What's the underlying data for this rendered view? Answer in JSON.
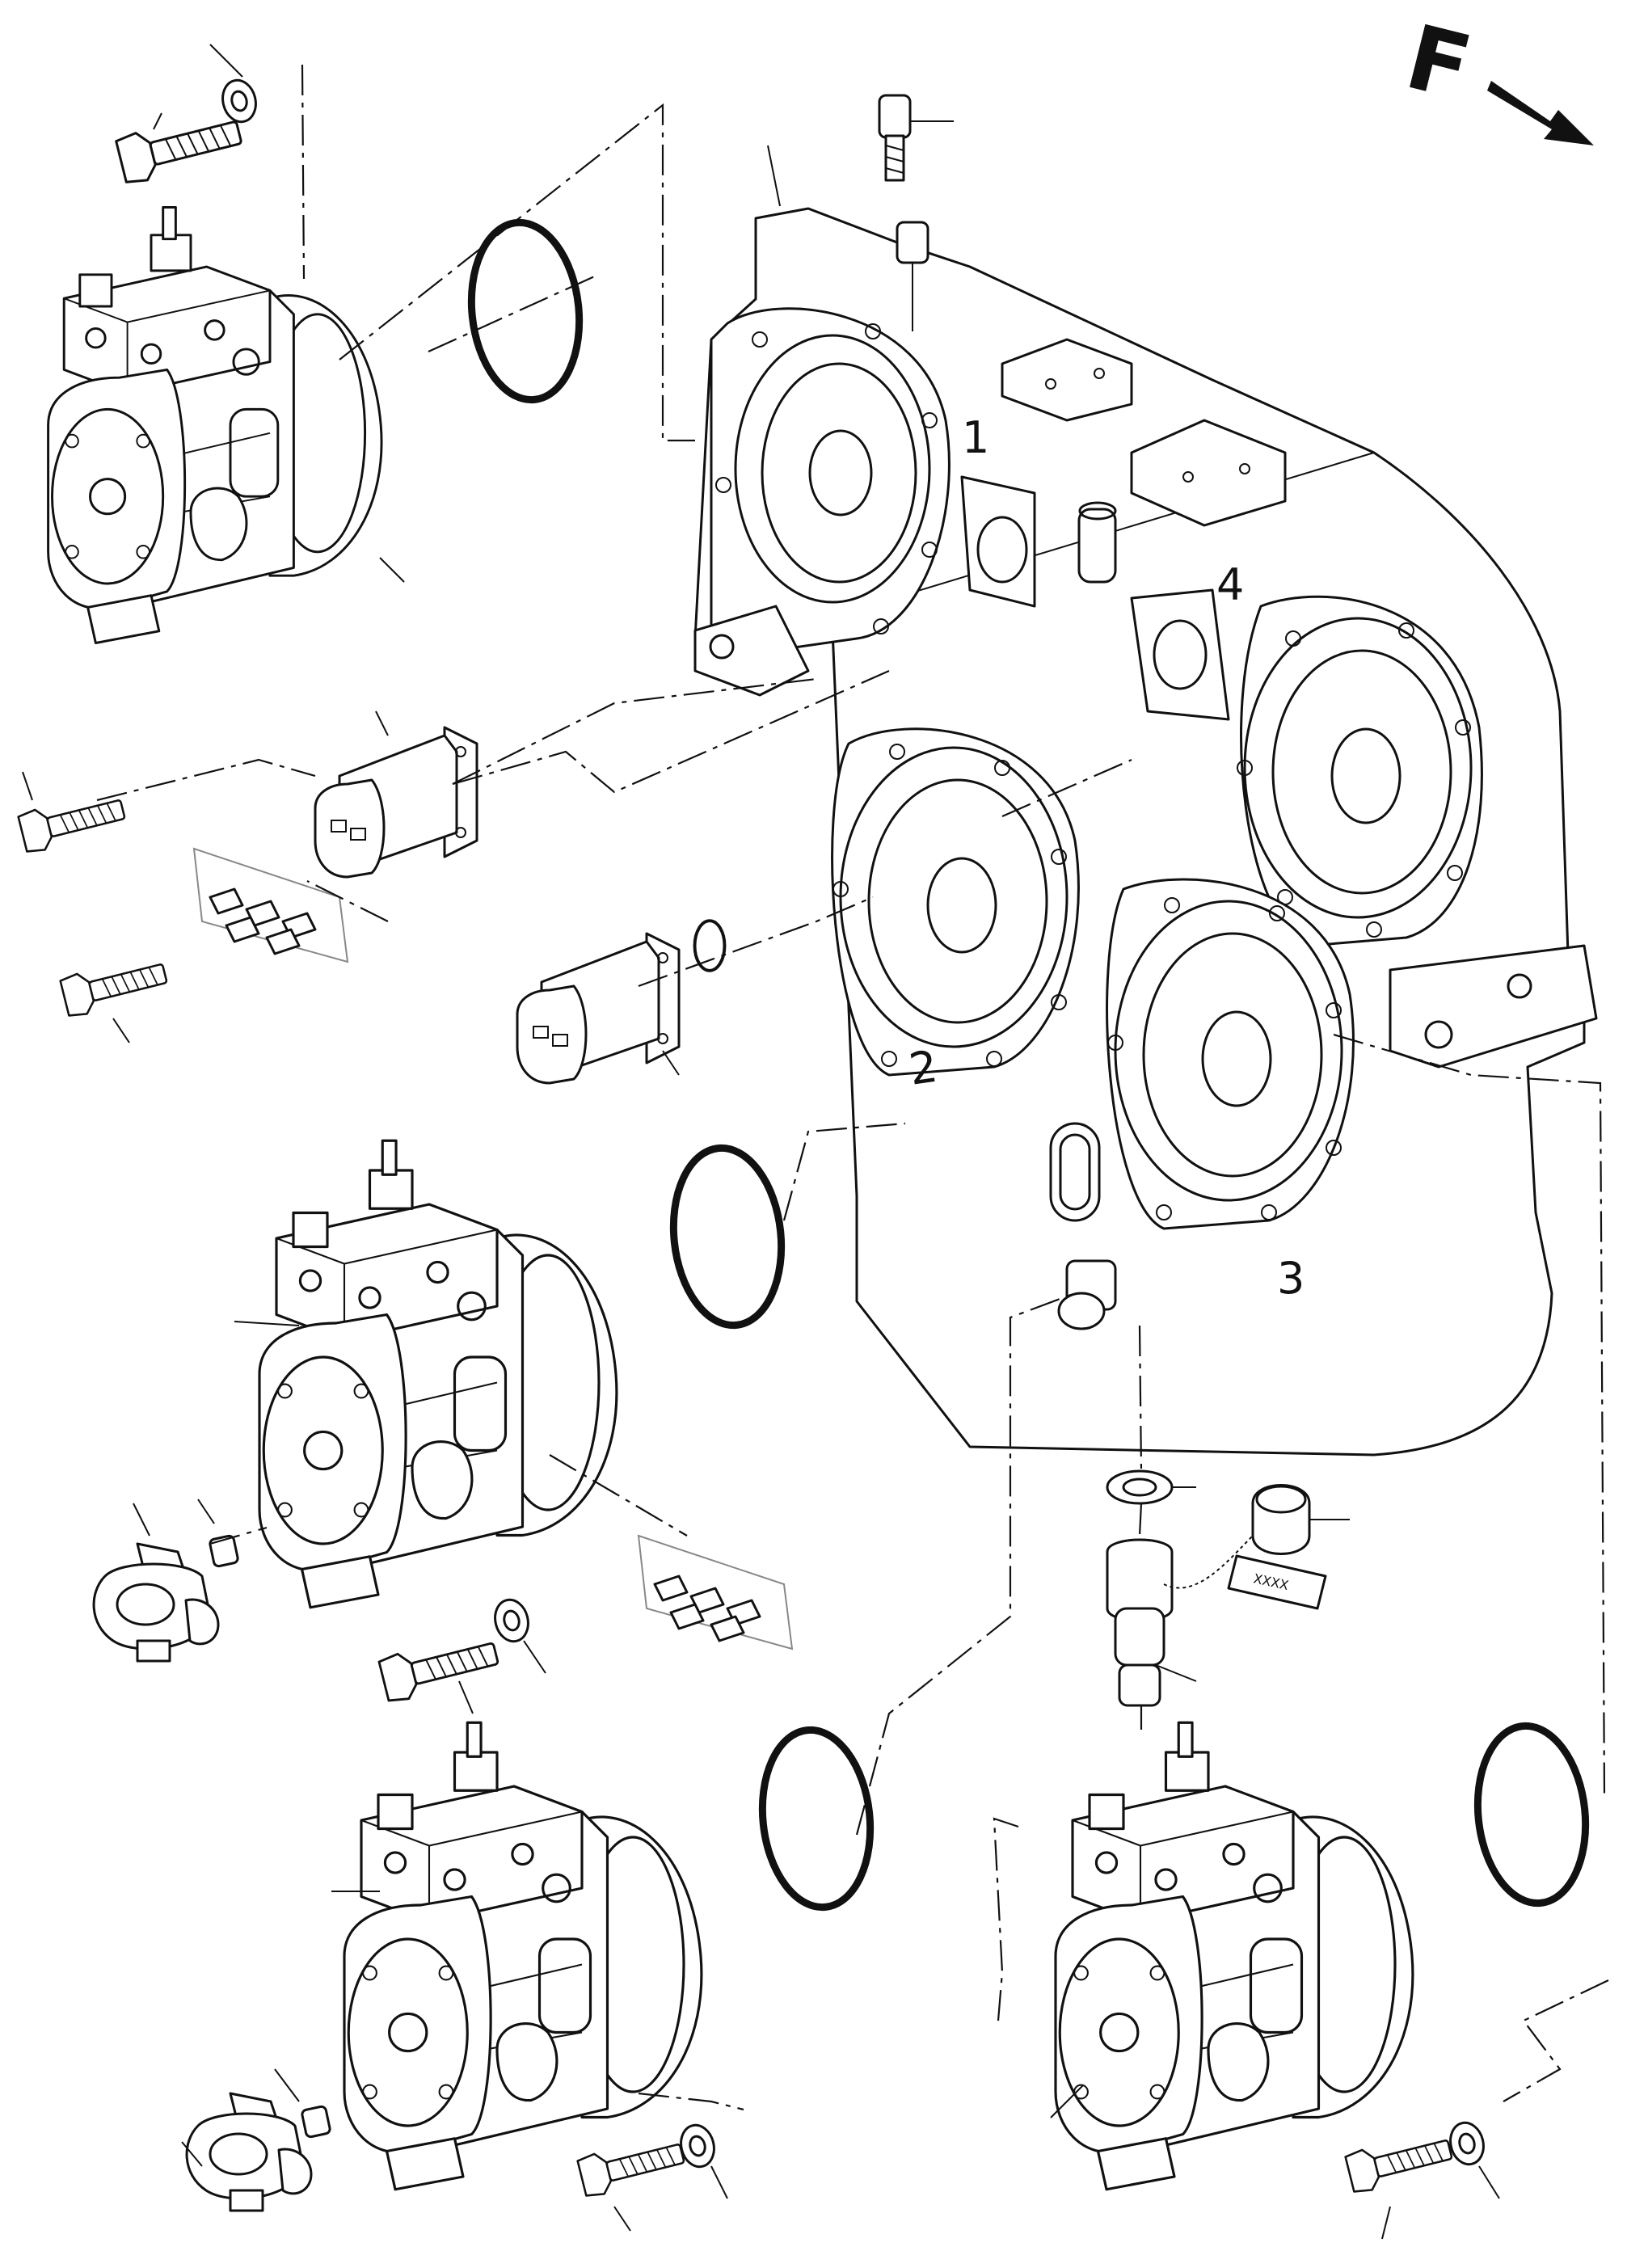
{
  "diagram": {
    "direction_marker": {
      "letter": "F"
    },
    "gearbox": {
      "port_labels": [
        "1",
        "2",
        "3",
        "4"
      ]
    },
    "tag": {
      "text": "XXXX"
    }
  }
}
